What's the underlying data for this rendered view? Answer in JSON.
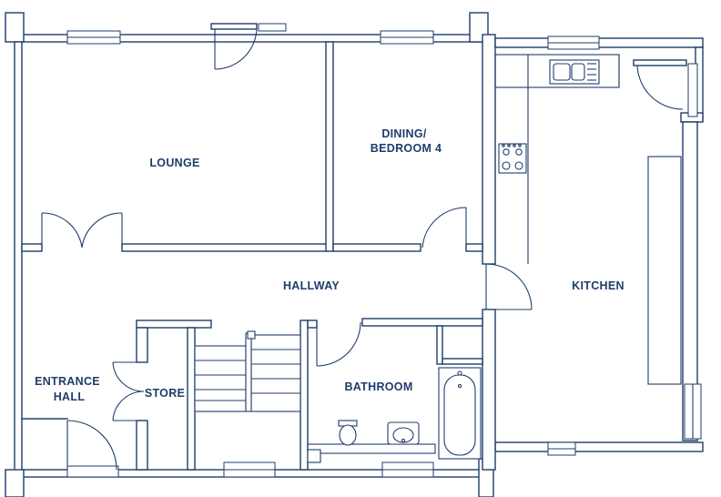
{
  "colors": {
    "line": "#1f3d6b",
    "background": "#ffffff"
  },
  "rooms": {
    "lounge": "LOUNGE",
    "dining_line1": "DINING/",
    "dining_line2": "BEDROOM 4",
    "hallway": "HALLWAY",
    "kitchen": "KITCHEN",
    "entrance_line1": "ENTRANCE",
    "entrance_line2": "HALL",
    "store": "STORE",
    "bathroom": "BATHROOM"
  },
  "fixtures": [
    "sink-icon",
    "hob-icon",
    "toilet-icon",
    "basin-icon",
    "bath-icon",
    "stairs"
  ]
}
